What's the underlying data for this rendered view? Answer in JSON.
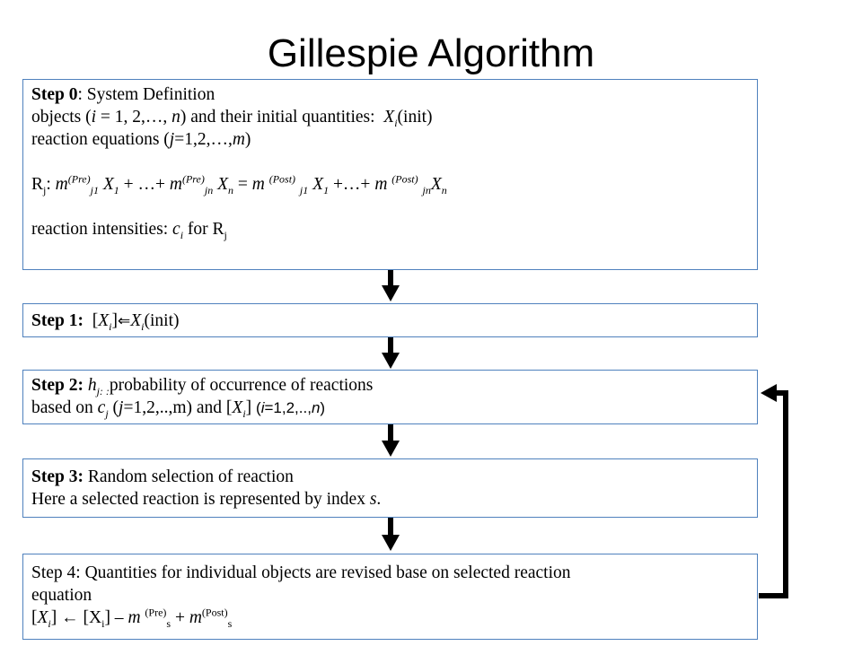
{
  "title": "Gillespie Algorithm",
  "step0": {
    "heading": "Step 0",
    "heading_rest": ": System Definition",
    "line2": "objects (i = 1, 2,…, n) and their initial quantities:  Xi(init)",
    "line3": "reaction equations (j=1,2,…,m)",
    "rj_equation": "Rj: m(Pre)j1 X1 + …+ m(Pre)jn Xn = m (Post) j1 X1 +…+ m (Post) jnXn",
    "line5": "reaction intensities: ci for Rj"
  },
  "step1": {
    "heading": "Step 1:",
    "text": "[Xi]⇐Xi(init)"
  },
  "step2": {
    "heading": "Step 2:",
    "line1_rest": "hj: :probability of occurrence of reactions",
    "line2": "based on cj (j=1,2,..,m) and [Xi] (i=1,2,..,n)"
  },
  "step3": {
    "heading": "Step 3:",
    "heading_rest": " Random selection of reaction",
    "line2": "Here a selected reaction is represented by index s."
  },
  "step4": {
    "line1": "Step 4: Quantities for individual objects are revised base on selected reaction",
    "line2": "equation",
    "line3": "[Xi] ← [Xi] – m (Pre)s + m(Post)s"
  },
  "colors": {
    "box_border": "#4f81bd",
    "arrow": "#000000"
  },
  "icons": [
    "down-arrow-icon",
    "loop-back-arrow-icon"
  ]
}
